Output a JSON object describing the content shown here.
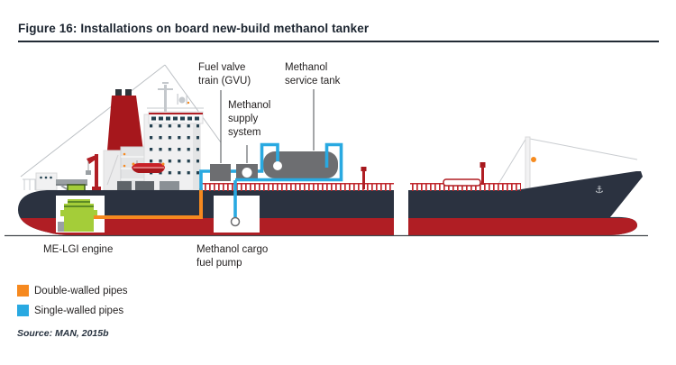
{
  "header": {
    "title": "Figure 16: Installations on board new-build methanol tanker"
  },
  "diagram": {
    "labels": {
      "fuel_valve_train": "Fuel valve\ntrain (GVU)",
      "methanol_service_tank": "Methanol\nservice tank",
      "methanol_supply_system": "Methanol\nsupply\nsystem",
      "me_lgi_engine": "ME-LGI engine",
      "methanol_cargo_fuel_pump": "Methanol cargo\nfuel pump"
    },
    "colors": {
      "double_walled_pipe": "#f6891f",
      "single_walled_pipe": "#29a9e1",
      "hull_navy": "#2b3240",
      "hull_red": "#b01e24",
      "funnel_red": "#a6171c",
      "engine_green": "#a4cd39",
      "equipment_gray": "#6d6e71"
    },
    "anchor_glyph": "⚓"
  },
  "legend": {
    "items": [
      {
        "label": "Double-walled pipes",
        "color": "#f6891f"
      },
      {
        "label": "Single-walled pipes",
        "color": "#29a9e1"
      }
    ]
  },
  "source": "Source: MAN, 2015b"
}
